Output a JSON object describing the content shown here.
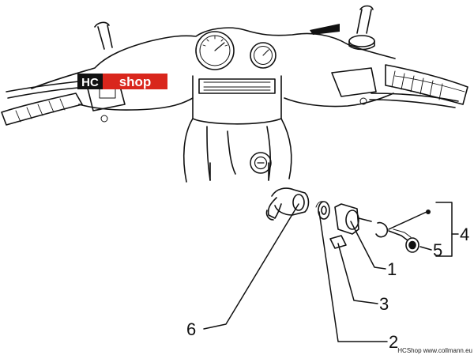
{
  "logo": {
    "left_text": "HC",
    "right_text": "shop",
    "left_bg": "#111111",
    "right_bg": "#d9261c"
  },
  "callouts": [
    {
      "id": "1",
      "label": "1"
    },
    {
      "id": "2",
      "label": "2"
    },
    {
      "id": "3",
      "label": "3"
    },
    {
      "id": "4",
      "label": "4"
    },
    {
      "id": "5",
      "label": "5"
    },
    {
      "id": "6",
      "label": "6"
    }
  ],
  "footer": {
    "text": "HCShop www.collmann.eu"
  }
}
